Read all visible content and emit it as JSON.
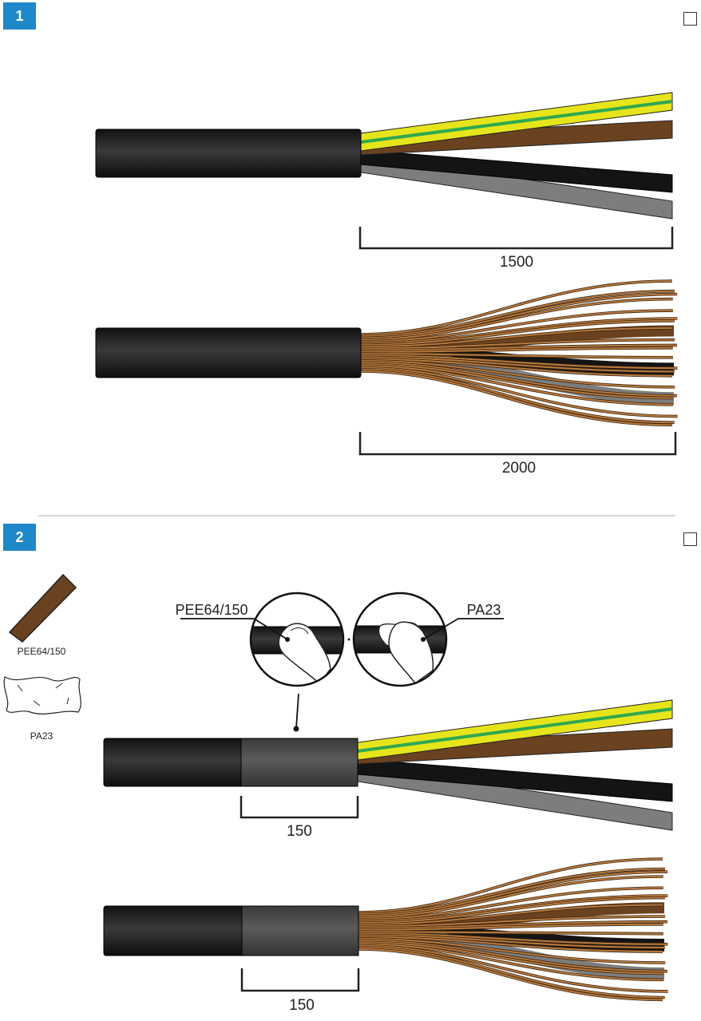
{
  "steps": [
    {
      "number": "1",
      "dimensions": {
        "outer_jacket_strip": "1500",
        "conductor_strip": "2000"
      }
    },
    {
      "number": "2",
      "materials": [
        {
          "code": "PEE64/150",
          "icon": "brown-tape-strip-icon"
        },
        {
          "code": "PA23",
          "icon": "cleaning-wipe-icon"
        }
      ],
      "callouts": {
        "left": "PEE64/150",
        "right": "PA23"
      },
      "dimensions": {
        "sleeve_length_upper": "150",
        "sleeve_length_lower": "150"
      }
    }
  ],
  "colors": {
    "step_badge": "#1e88c8",
    "cable_jacket": "#1f1f1f",
    "sleeve": "#4a4a4a",
    "conductor_yellow_green": "#e6e51c",
    "green_stripe": "#2fa84f",
    "conductor_brown": "#6b4220",
    "conductor_black": "#141414",
    "conductor_grey": "#7d7d7d",
    "copper_strand": "#b87a3e"
  }
}
